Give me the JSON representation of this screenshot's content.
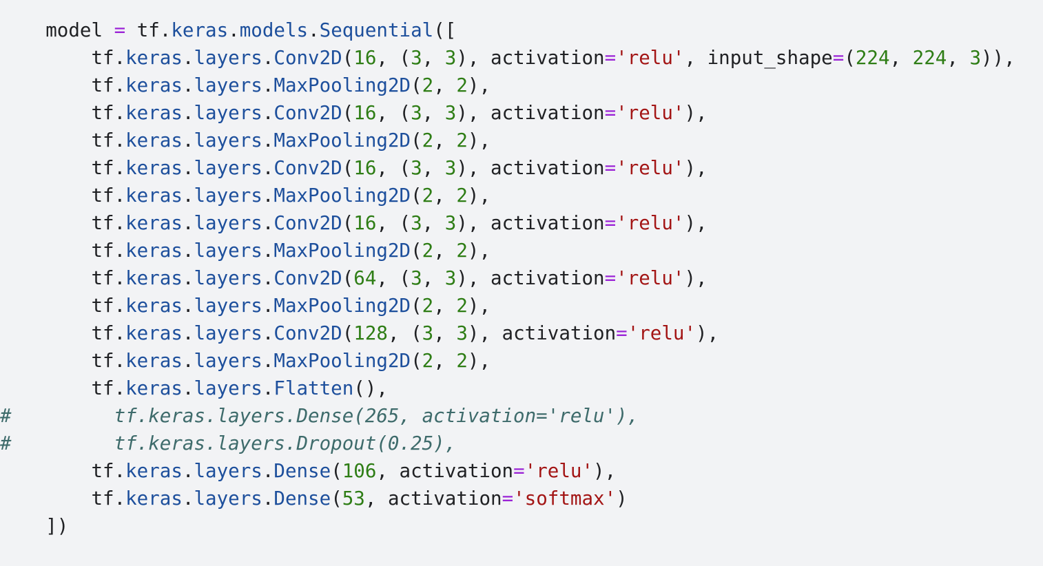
{
  "code_cell": {
    "language": "python",
    "lines": [
      [
        [
          "plain",
          "    model "
        ],
        [
          "op",
          "="
        ],
        [
          "plain",
          " tf."
        ],
        [
          "attr",
          "keras"
        ],
        [
          "plain",
          "."
        ],
        [
          "attr",
          "models"
        ],
        [
          "plain",
          "."
        ],
        [
          "attr",
          "Sequential"
        ],
        [
          "plain",
          "(["
        ]
      ],
      [
        [
          "plain",
          "        tf."
        ],
        [
          "attr",
          "keras"
        ],
        [
          "plain",
          "."
        ],
        [
          "attr",
          "layers"
        ],
        [
          "plain",
          "."
        ],
        [
          "attr",
          "Conv2D"
        ],
        [
          "plain",
          "("
        ],
        [
          "num",
          "16"
        ],
        [
          "plain",
          ", ("
        ],
        [
          "num",
          "3"
        ],
        [
          "plain",
          ", "
        ],
        [
          "num",
          "3"
        ],
        [
          "plain",
          "), activation"
        ],
        [
          "op",
          "="
        ],
        [
          "str",
          "'relu'"
        ],
        [
          "plain",
          ", input_shape"
        ],
        [
          "op",
          "="
        ],
        [
          "plain",
          "("
        ],
        [
          "num",
          "224"
        ],
        [
          "plain",
          ", "
        ],
        [
          "num",
          "224"
        ],
        [
          "plain",
          ", "
        ],
        [
          "num",
          "3"
        ],
        [
          "plain",
          ")),"
        ]
      ],
      [
        [
          "plain",
          "        tf."
        ],
        [
          "attr",
          "keras"
        ],
        [
          "plain",
          "."
        ],
        [
          "attr",
          "layers"
        ],
        [
          "plain",
          "."
        ],
        [
          "attr",
          "MaxPooling2D"
        ],
        [
          "plain",
          "("
        ],
        [
          "num",
          "2"
        ],
        [
          "plain",
          ", "
        ],
        [
          "num",
          "2"
        ],
        [
          "plain",
          "),"
        ]
      ],
      [
        [
          "plain",
          "        tf."
        ],
        [
          "attr",
          "keras"
        ],
        [
          "plain",
          "."
        ],
        [
          "attr",
          "layers"
        ],
        [
          "plain",
          "."
        ],
        [
          "attr",
          "Conv2D"
        ],
        [
          "plain",
          "("
        ],
        [
          "num",
          "16"
        ],
        [
          "plain",
          ", ("
        ],
        [
          "num",
          "3"
        ],
        [
          "plain",
          ", "
        ],
        [
          "num",
          "3"
        ],
        [
          "plain",
          "), activation"
        ],
        [
          "op",
          "="
        ],
        [
          "str",
          "'relu'"
        ],
        [
          "plain",
          "),"
        ]
      ],
      [
        [
          "plain",
          "        tf."
        ],
        [
          "attr",
          "keras"
        ],
        [
          "plain",
          "."
        ],
        [
          "attr",
          "layers"
        ],
        [
          "plain",
          "."
        ],
        [
          "attr",
          "MaxPooling2D"
        ],
        [
          "plain",
          "("
        ],
        [
          "num",
          "2"
        ],
        [
          "plain",
          ", "
        ],
        [
          "num",
          "2"
        ],
        [
          "plain",
          "),"
        ]
      ],
      [
        [
          "plain",
          "        tf."
        ],
        [
          "attr",
          "keras"
        ],
        [
          "plain",
          "."
        ],
        [
          "attr",
          "layers"
        ],
        [
          "plain",
          "."
        ],
        [
          "attr",
          "Conv2D"
        ],
        [
          "plain",
          "("
        ],
        [
          "num",
          "16"
        ],
        [
          "plain",
          ", ("
        ],
        [
          "num",
          "3"
        ],
        [
          "plain",
          ", "
        ],
        [
          "num",
          "3"
        ],
        [
          "plain",
          "), activation"
        ],
        [
          "op",
          "="
        ],
        [
          "str",
          "'relu'"
        ],
        [
          "plain",
          "),"
        ]
      ],
      [
        [
          "plain",
          "        tf."
        ],
        [
          "attr",
          "keras"
        ],
        [
          "plain",
          "."
        ],
        [
          "attr",
          "layers"
        ],
        [
          "plain",
          "."
        ],
        [
          "attr",
          "MaxPooling2D"
        ],
        [
          "plain",
          "("
        ],
        [
          "num",
          "2"
        ],
        [
          "plain",
          ", "
        ],
        [
          "num",
          "2"
        ],
        [
          "plain",
          "),"
        ]
      ],
      [
        [
          "plain",
          "        tf."
        ],
        [
          "attr",
          "keras"
        ],
        [
          "plain",
          "."
        ],
        [
          "attr",
          "layers"
        ],
        [
          "plain",
          "."
        ],
        [
          "attr",
          "Conv2D"
        ],
        [
          "plain",
          "("
        ],
        [
          "num",
          "16"
        ],
        [
          "plain",
          ", ("
        ],
        [
          "num",
          "3"
        ],
        [
          "plain",
          ", "
        ],
        [
          "num",
          "3"
        ],
        [
          "plain",
          "), activation"
        ],
        [
          "op",
          "="
        ],
        [
          "str",
          "'relu'"
        ],
        [
          "plain",
          "),"
        ]
      ],
      [
        [
          "plain",
          "        tf."
        ],
        [
          "attr",
          "keras"
        ],
        [
          "plain",
          "."
        ],
        [
          "attr",
          "layers"
        ],
        [
          "plain",
          "."
        ],
        [
          "attr",
          "MaxPooling2D"
        ],
        [
          "plain",
          "("
        ],
        [
          "num",
          "2"
        ],
        [
          "plain",
          ", "
        ],
        [
          "num",
          "2"
        ],
        [
          "plain",
          "),"
        ]
      ],
      [
        [
          "plain",
          "        tf."
        ],
        [
          "attr",
          "keras"
        ],
        [
          "plain",
          "."
        ],
        [
          "attr",
          "layers"
        ],
        [
          "plain",
          "."
        ],
        [
          "attr",
          "Conv2D"
        ],
        [
          "plain",
          "("
        ],
        [
          "num",
          "64"
        ],
        [
          "plain",
          ", ("
        ],
        [
          "num",
          "3"
        ],
        [
          "plain",
          ", "
        ],
        [
          "num",
          "3"
        ],
        [
          "plain",
          "), activation"
        ],
        [
          "op",
          "="
        ],
        [
          "str",
          "'relu'"
        ],
        [
          "plain",
          "),"
        ]
      ],
      [
        [
          "plain",
          "        tf."
        ],
        [
          "attr",
          "keras"
        ],
        [
          "plain",
          "."
        ],
        [
          "attr",
          "layers"
        ],
        [
          "plain",
          "."
        ],
        [
          "attr",
          "MaxPooling2D"
        ],
        [
          "plain",
          "("
        ],
        [
          "num",
          "2"
        ],
        [
          "plain",
          ", "
        ],
        [
          "num",
          "2"
        ],
        [
          "plain",
          "),"
        ]
      ],
      [
        [
          "plain",
          "        tf."
        ],
        [
          "attr",
          "keras"
        ],
        [
          "plain",
          "."
        ],
        [
          "attr",
          "layers"
        ],
        [
          "plain",
          "."
        ],
        [
          "attr",
          "Conv2D"
        ],
        [
          "plain",
          "("
        ],
        [
          "num",
          "128"
        ],
        [
          "plain",
          ", ("
        ],
        [
          "num",
          "3"
        ],
        [
          "plain",
          ", "
        ],
        [
          "num",
          "3"
        ],
        [
          "plain",
          "), activation"
        ],
        [
          "op",
          "="
        ],
        [
          "str",
          "'relu'"
        ],
        [
          "plain",
          "),"
        ]
      ],
      [
        [
          "plain",
          "        tf."
        ],
        [
          "attr",
          "keras"
        ],
        [
          "plain",
          "."
        ],
        [
          "attr",
          "layers"
        ],
        [
          "plain",
          "."
        ],
        [
          "attr",
          "MaxPooling2D"
        ],
        [
          "plain",
          "("
        ],
        [
          "num",
          "2"
        ],
        [
          "plain",
          ", "
        ],
        [
          "num",
          "2"
        ],
        [
          "plain",
          "),"
        ]
      ],
      [
        [
          "plain",
          "        tf."
        ],
        [
          "attr",
          "keras"
        ],
        [
          "plain",
          "."
        ],
        [
          "attr",
          "layers"
        ],
        [
          "plain",
          "."
        ],
        [
          "attr",
          "Flatten"
        ],
        [
          "plain",
          "(),"
        ]
      ],
      [
        [
          "comment",
          "#         tf.keras.layers.Dense(265, activation='relu'),"
        ]
      ],
      [
        [
          "comment",
          "#         tf.keras.layers.Dropout(0.25),"
        ]
      ],
      [
        [
          "plain",
          "        tf."
        ],
        [
          "attr",
          "keras"
        ],
        [
          "plain",
          "."
        ],
        [
          "attr",
          "layers"
        ],
        [
          "plain",
          "."
        ],
        [
          "attr",
          "Dense"
        ],
        [
          "plain",
          "("
        ],
        [
          "num",
          "106"
        ],
        [
          "plain",
          ", activation"
        ],
        [
          "op",
          "="
        ],
        [
          "str",
          "'relu'"
        ],
        [
          "plain",
          "),"
        ]
      ],
      [
        [
          "plain",
          "        tf."
        ],
        [
          "attr",
          "keras"
        ],
        [
          "plain",
          "."
        ],
        [
          "attr",
          "layers"
        ],
        [
          "plain",
          "."
        ],
        [
          "attr",
          "Dense"
        ],
        [
          "plain",
          "("
        ],
        [
          "num",
          "53"
        ],
        [
          "plain",
          ", activation"
        ],
        [
          "op",
          "="
        ],
        [
          "str",
          "'softmax'"
        ],
        [
          "plain",
          ")"
        ]
      ],
      [
        [
          "plain",
          "    ])"
        ]
      ]
    ]
  }
}
